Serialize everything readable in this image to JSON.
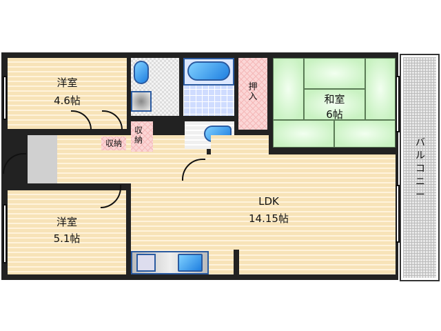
{
  "floorplan": {
    "rooms": {
      "western_room_1": {
        "name": "洋室",
        "size": "4.6帖"
      },
      "western_room_2": {
        "name": "洋室",
        "size": "5.1帖"
      },
      "ldk": {
        "name": "LDK",
        "size": "14.15帖"
      },
      "japanese_room": {
        "name": "和室",
        "size": "6帖"
      },
      "closet_1": {
        "name": "収納"
      },
      "closet_2": {
        "name": "収納"
      },
      "oshiire": {
        "name": "押入"
      },
      "balcony": {
        "name": "バルコニー"
      }
    },
    "colors": {
      "wall": "#222222",
      "wood_floor": "#f7e3b8",
      "tatami": "#c9f2c2",
      "storage": "#fbd6d6",
      "fixture": "#1f7fe0",
      "entry": "#d0d0d0"
    }
  }
}
